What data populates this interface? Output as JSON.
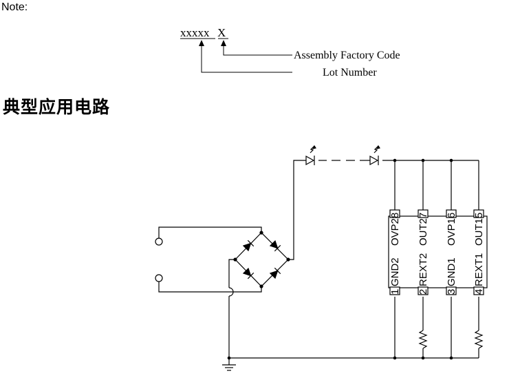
{
  "note": "Note:",
  "marking": {
    "code": "xxxxx",
    "suffix": "X",
    "label_factory": "Assembly Factory Code",
    "label_lot": "Lot Number"
  },
  "section_title": "典型应用电路",
  "chip": {
    "top_pins": [
      {
        "name": "OVP2",
        "num": "8"
      },
      {
        "name": "OUT2",
        "num": "7"
      },
      {
        "name": "OVP1",
        "num": "6"
      },
      {
        "name": "OUT1",
        "num": "5"
      }
    ],
    "bottom_pins": [
      {
        "name": "GND2",
        "num": "1"
      },
      {
        "name": "REXT2",
        "num": "2"
      },
      {
        "name": "GND1",
        "num": "3"
      },
      {
        "name": "REXT1",
        "num": "4"
      }
    ]
  }
}
